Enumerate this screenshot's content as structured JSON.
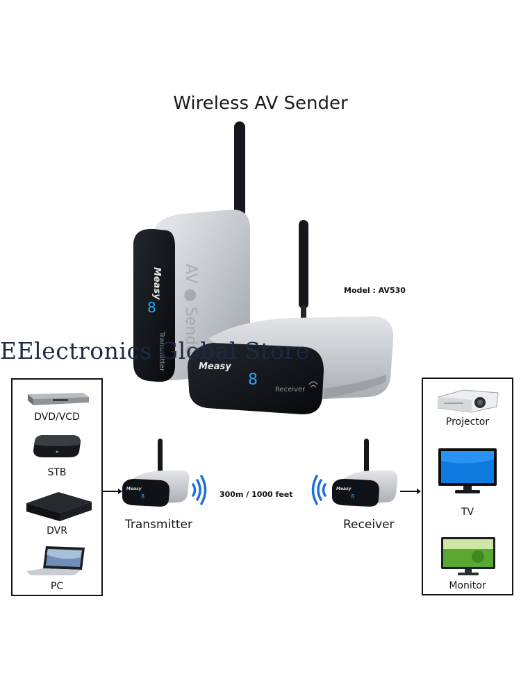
{
  "title": "Wireless AV Sender",
  "model": "Model : AV530",
  "watermark": "EElectronics Global Store",
  "brand": "Measy",
  "display_digit": "8",
  "device_labels": {
    "transmitter_side": "Transmitter",
    "receiver_side": "Receiver"
  },
  "left_sources": [
    "DVD/VCD",
    "STB",
    "DVR",
    "PC"
  ],
  "right_outputs": [
    "Projector",
    "TV",
    "Monitor"
  ],
  "transmitter_caption": "Transmitter",
  "receiver_caption": "Receiver",
  "distance": "300m / 1000 feet",
  "colors": {
    "signal": "#1e6fd9",
    "display": "#2aa8ff",
    "silver": "#c9ccd0",
    "front_panel": "#0e1117"
  }
}
